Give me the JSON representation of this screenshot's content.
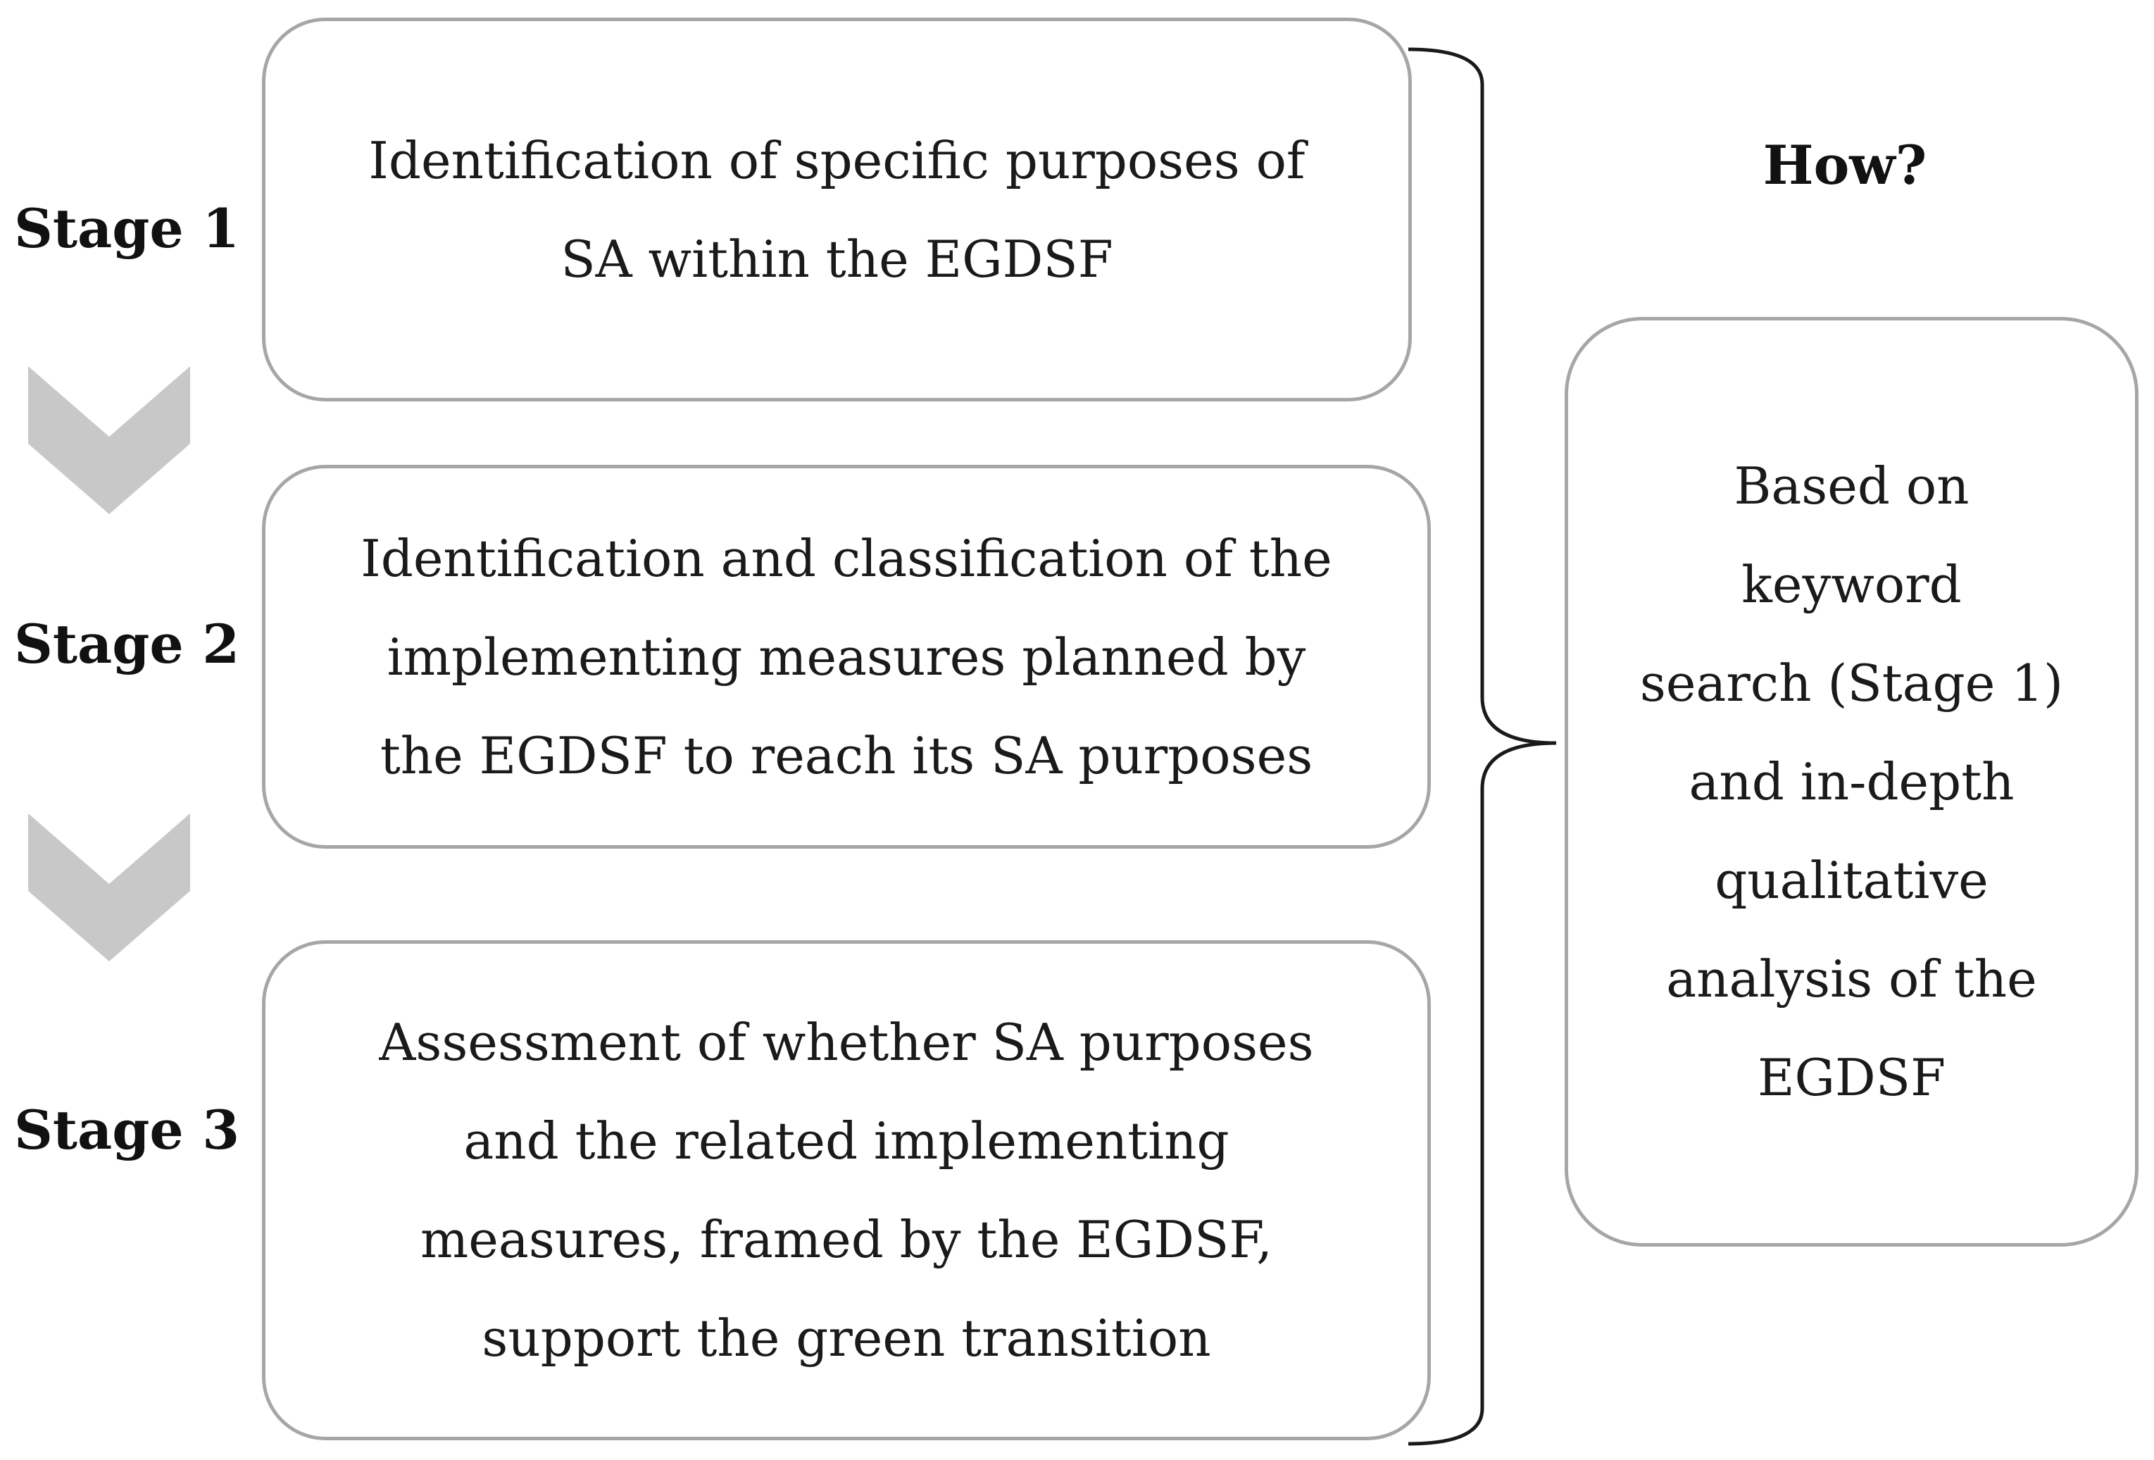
{
  "stages": [
    {
      "label": "Stage 1",
      "text": "Identification of specific purposes of\nSA within the EGDSF"
    },
    {
      "label": "Stage 2",
      "text": "Identification and classification of the\nimplementing measures planned by\nthe EGDSF to reach its SA purposes"
    },
    {
      "label": "Stage 3",
      "text": "Assessment of whether SA purposes\nand the related implementing\nmeasures, framed by the EGDSF,\nsupport the green transition"
    }
  ],
  "how": {
    "label": "How?",
    "text": "Based on\nkeyword\nsearch (Stage 1)\nand in-depth\nqualitative\nanalysis of the\nEGDSF"
  },
  "colors": {
    "box_border": "#a6a6a6",
    "chevron_fill": "#c8c8c8",
    "bracket_stroke": "#1a1a1a"
  }
}
